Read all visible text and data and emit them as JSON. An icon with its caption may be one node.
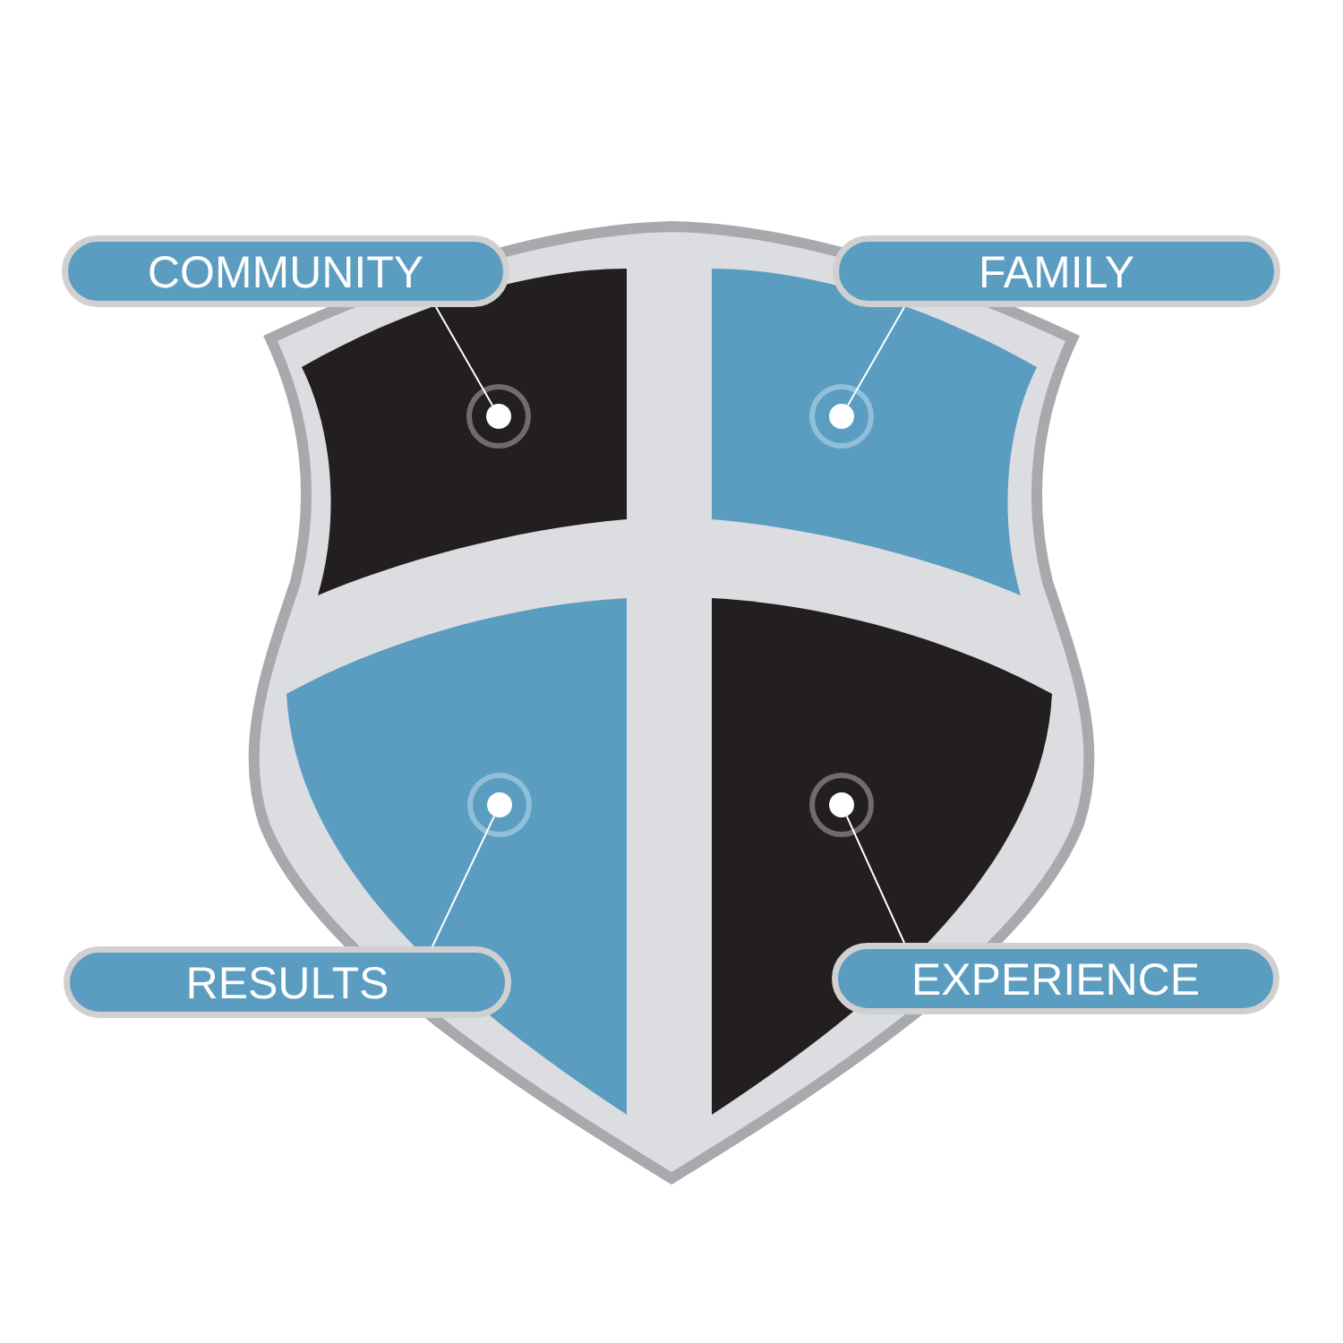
{
  "diagram": {
    "nodes": [
      {
        "text": [
          "COMMUNITY"
        ]
      },
      {
        "text": [
          "FAMILY"
        ]
      },
      {
        "text": [],
        "shape": "circle"
      },
      {
        "text": [],
        "shape": "circle"
      },
      {
        "text": [],
        "shape": "circle"
      },
      {
        "text": [],
        "shape": "circle"
      },
      {
        "text": [
          "RESULTS"
        ]
      },
      {
        "text": [
          "EXPERIENCE"
        ]
      }
    ],
    "edges": [
      {
        "from": 0,
        "to": 2,
        "arrow": "none"
      },
      {
        "from": 1,
        "to": 3,
        "arrow": "none"
      },
      {
        "from": 6,
        "to": 4,
        "arrow": "none"
      },
      {
        "from": 7,
        "to": 5,
        "arrow": "none"
      }
    ]
  }
}
